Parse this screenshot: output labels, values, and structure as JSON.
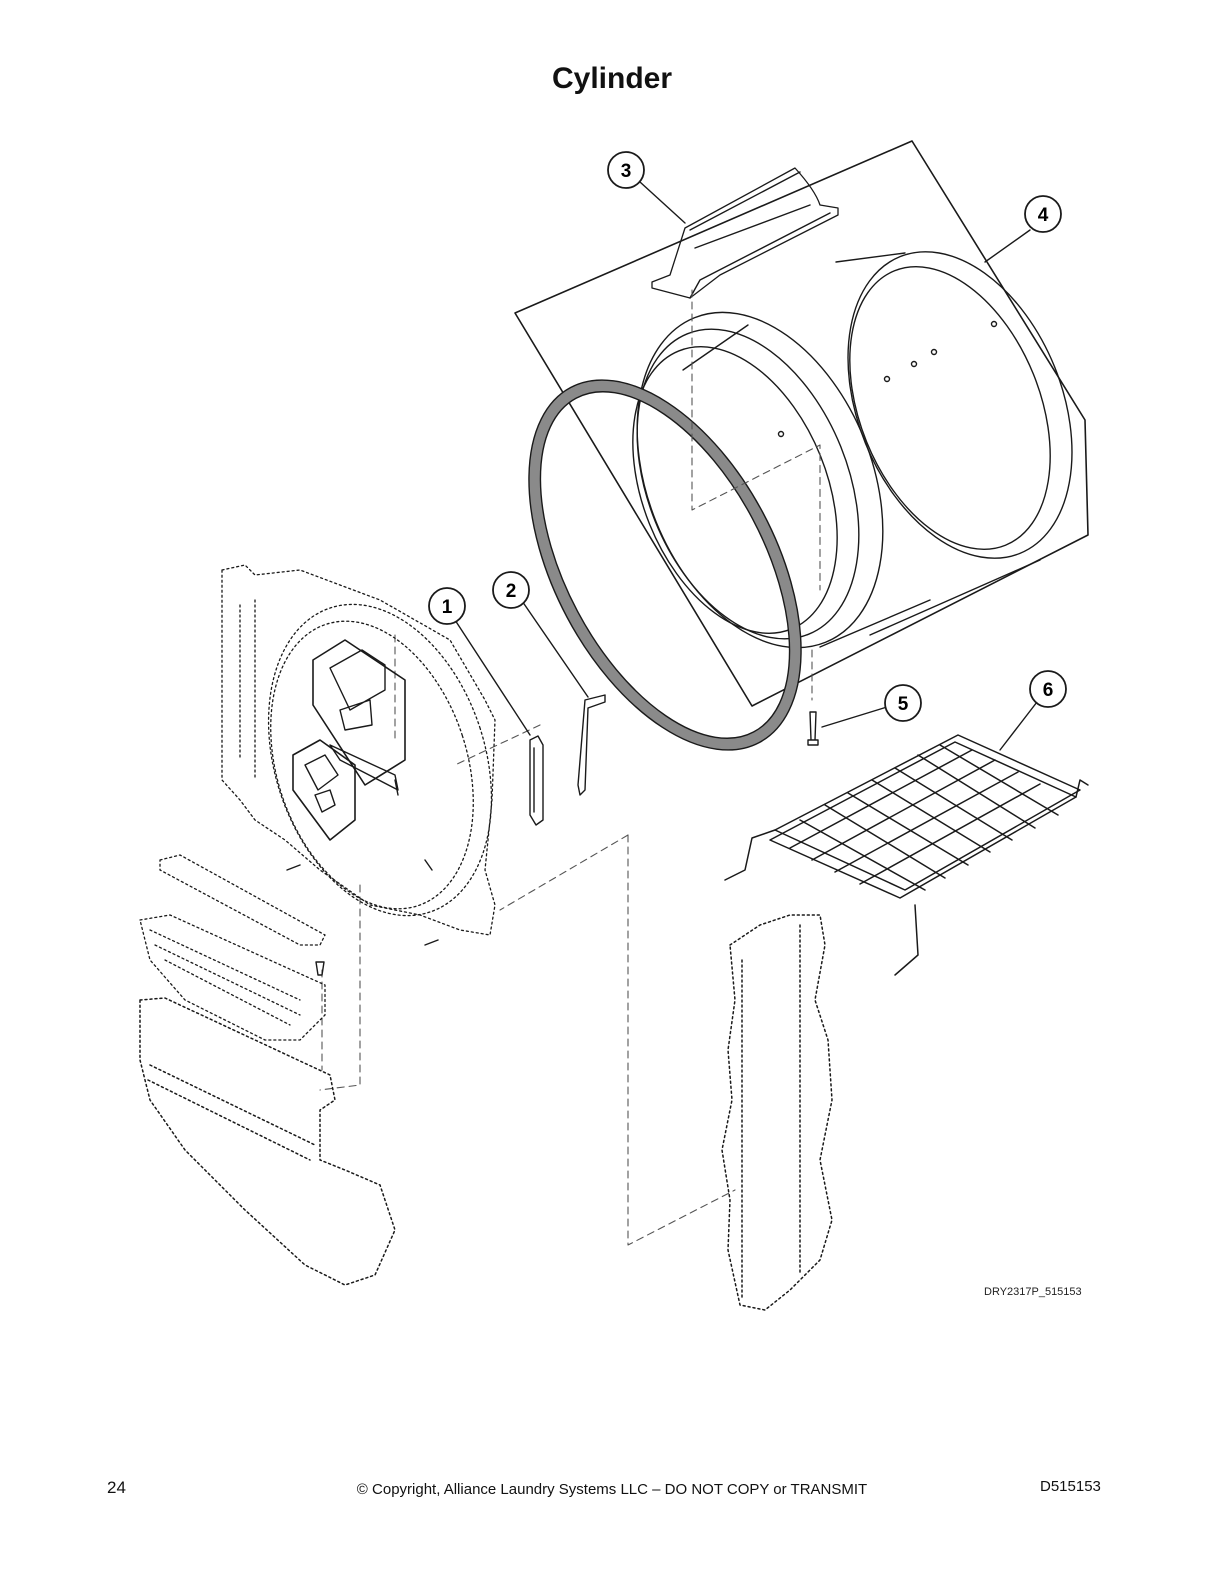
{
  "page": {
    "title": "Cylinder",
    "drawing_id": "DRY2317P_515153",
    "footer": {
      "page_number": "24",
      "copyright": "© Copyright, Alliance Laundry Systems LLC – DO NOT COPY or TRANSMIT",
      "document_number": "D515153"
    }
  },
  "callouts": [
    {
      "label": "1"
    },
    {
      "label": "2"
    },
    {
      "label": "3"
    },
    {
      "label": "4"
    },
    {
      "label": "5"
    },
    {
      "label": "6"
    }
  ],
  "colors": {
    "line": "#1a1a1a",
    "gasket": "#8a8a8a",
    "phantom": "#555555"
  }
}
